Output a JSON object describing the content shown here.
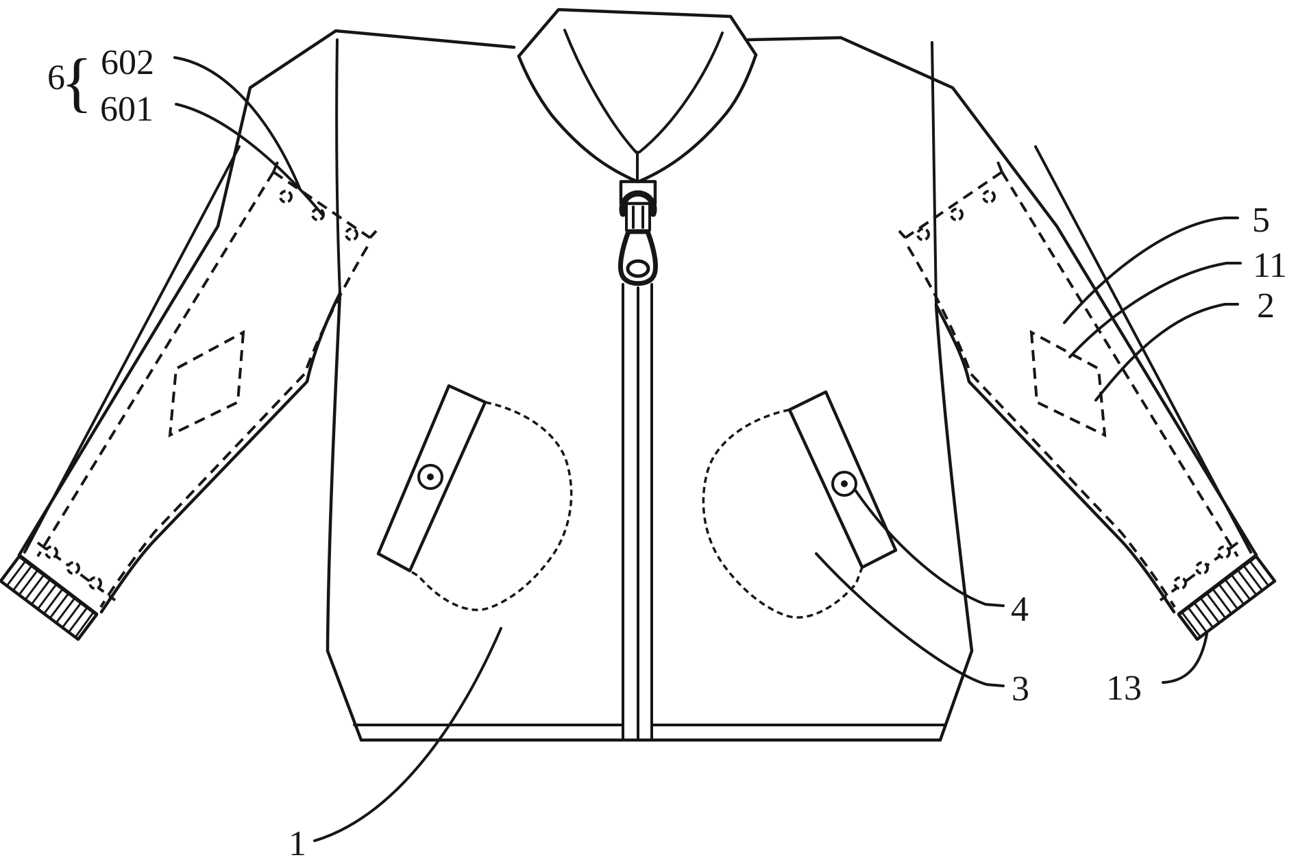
{
  "figure": {
    "description": "patent style technical line drawing of a zip-up jacket, front view, with detachable sleeve panels, snap buttons, ribbed cuffs and slanted button pockets",
    "background": "#ffffff",
    "line_color": "#161616",
    "labels": {
      "group6": "6",
      "brace": "{",
      "l602": "602",
      "l601": "601",
      "l5": "5",
      "l11": "11",
      "l2": "2",
      "l4": "4",
      "l3": "3",
      "l13": "13",
      "l1": "1"
    }
  }
}
